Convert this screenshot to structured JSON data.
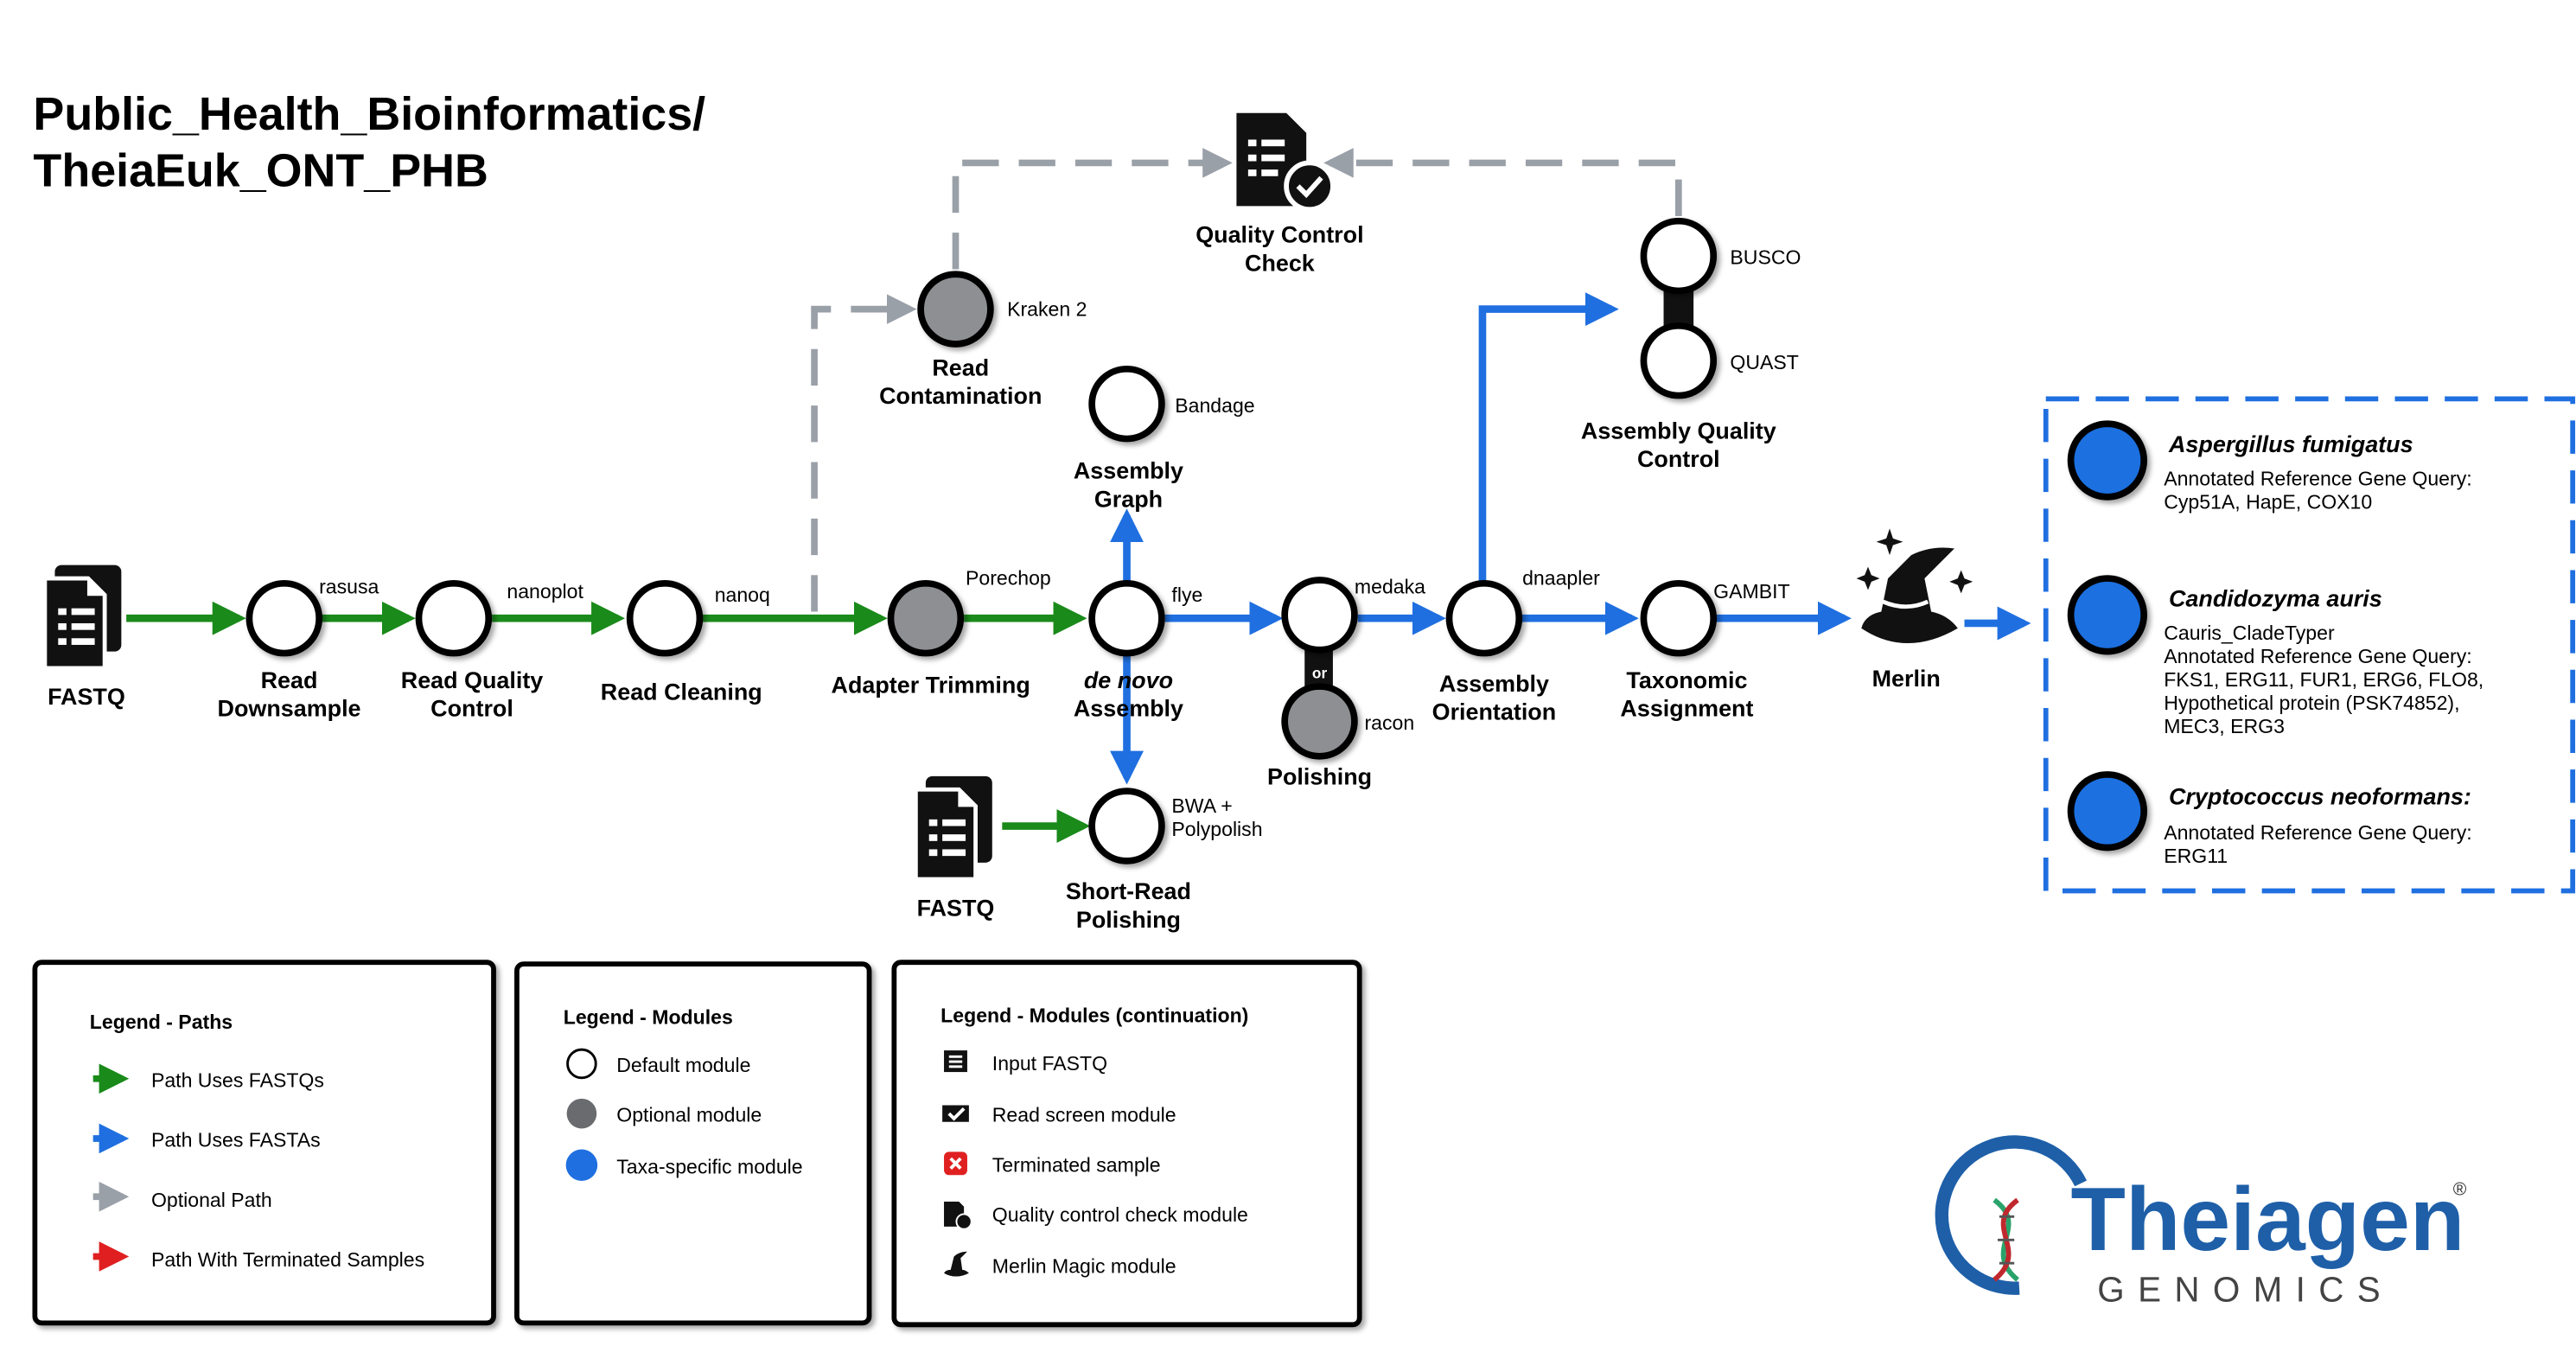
{
  "title": {
    "line1": "Public_Health_Bioinformatics/",
    "line2": "TheiaEuk_ONT_PHB"
  },
  "colors": {
    "fastq_path": "#1a8a1a",
    "fasta_path": "#1f6fe0",
    "optional_path": "#9aa0a8",
    "terminated_path": "#e02020",
    "optional_module": "#8d8f93",
    "taxa_module": "#1f6fe0"
  },
  "nodes": {
    "fastq_input": "FASTQ",
    "read_downsample": {
      "label1": "Read",
      "label2": "Downsample",
      "tool": "rasusa"
    },
    "read_qc": {
      "label1": "Read Quality",
      "label2": "Control",
      "tool": "nanoplot"
    },
    "read_cleaning": {
      "label1": "Read Cleaning",
      "tool": "nanoq"
    },
    "adapter_trimming": {
      "label1": "Adapter Trimming",
      "tool": "Porechop"
    },
    "read_contamination": {
      "label1": "Read",
      "label2": "Contamination",
      "tool": "Kraken 2"
    },
    "qc_check": {
      "label1": "Quality Control",
      "label2": "Check"
    },
    "denovo_assembly": {
      "label1": "de novo",
      "label2": "Assembly",
      "tool": "flye"
    },
    "assembly_graph": {
      "label1": "Assembly",
      "label2": "Graph",
      "tool": "Bandage"
    },
    "short_read_polishing": {
      "label1": "Short-Read",
      "label2": "Polishing",
      "tool1": "BWA +",
      "tool2": "Polypolish",
      "fastq": "FASTQ"
    },
    "polishing": {
      "label1": "Polishing",
      "tool_top": "medaka",
      "tool_bottom": "racon",
      "or": "or"
    },
    "assembly_orientation": {
      "label1": "Assembly",
      "label2": "Orientation",
      "tool": "dnaapler"
    },
    "assembly_qc": {
      "label1": "Assembly Quality",
      "label2": "Control",
      "tool_top": "BUSCO",
      "tool_bottom": "QUAST"
    },
    "taxonomic_assignment": {
      "label1": "Taxonomic",
      "label2": "Assignment",
      "tool": "GAMBIT"
    },
    "merlin": {
      "label1": "Merlin"
    }
  },
  "taxa": [
    {
      "name": "Aspergillus fumigatus",
      "lines": [
        "Annotated Reference Gene Query:",
        "Cyp51A, HapE, COX10"
      ]
    },
    {
      "name": "Candidozyma auris",
      "lines": [
        "Cauris_CladeTyper",
        "Annotated Reference Gene Query:",
        "FKS1, ERG11, FUR1, ERG6, FLO8,",
        "Hypothetical protein (PSK74852),",
        "MEC3, ERG3"
      ]
    },
    {
      "name": "Cryptococcus neoformans:",
      "lines": [
        "Annotated Reference Gene Query:",
        "ERG11"
      ]
    }
  ],
  "legend_paths": {
    "title": "Legend - Paths",
    "items": [
      "Path Uses FASTQs",
      "Path Uses FASTAs",
      "Optional Path",
      "Path With Terminated Samples"
    ]
  },
  "legend_modules": {
    "title": "Legend - Modules",
    "items": [
      "Default module",
      "Optional module",
      "Taxa-specific module"
    ]
  },
  "legend_modules_cont": {
    "title": "Legend - Modules (continuation)",
    "items": [
      "Input FASTQ",
      "Read screen module",
      "Terminated sample",
      "Quality control check module",
      "Merlin Magic module"
    ]
  },
  "logo": {
    "name": "Theiagen",
    "sub": "GENOMICS",
    "mark": "®"
  }
}
